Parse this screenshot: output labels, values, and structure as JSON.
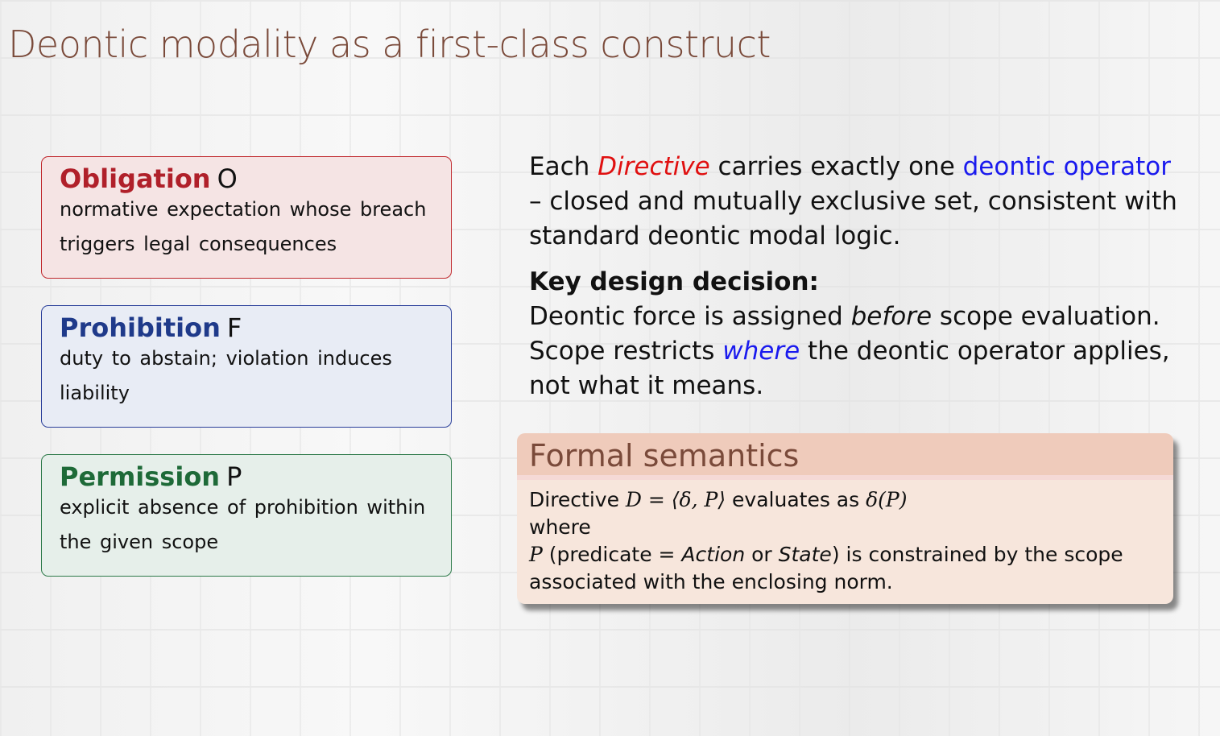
{
  "title": "Deontic modality as a first-class construct",
  "boxes": [
    {
      "name": "Obligation",
      "symbol": "O",
      "desc": "normative expectation whose breach triggers legal consequences",
      "color": "#b0202a"
    },
    {
      "name": "Prohibition",
      "symbol": "F",
      "desc": "duty to abstain; violation induces liability",
      "color": "#1f3a8a"
    },
    {
      "name": "Permission",
      "symbol": "P",
      "desc": "explicit absence of prohibition within the given scope",
      "color": "#1e6a38"
    }
  ],
  "right": {
    "p1": [
      "Each ",
      "Directive",
      " carries exactly one ",
      "deontic operator",
      " – closed and mutually exclusive set, consistent with standard deontic modal logic."
    ],
    "key": "Key design decision:",
    "p2": [
      "Deontic force is assigned ",
      "before",
      " scope evaluation. Scope restricts ",
      "where",
      " the deontic operator applies, not what it means."
    ]
  },
  "formal": {
    "title": "Formal semantics",
    "line1": [
      "Directive ",
      "D = ⟨δ, P⟩",
      " evaluates as ",
      "δ(P)"
    ],
    "line2": "where",
    "line3": [
      "P",
      " (predicate = ",
      "Action",
      " or ",
      "State",
      ") is constrained by the scope associated with the enclosing norm."
    ]
  }
}
